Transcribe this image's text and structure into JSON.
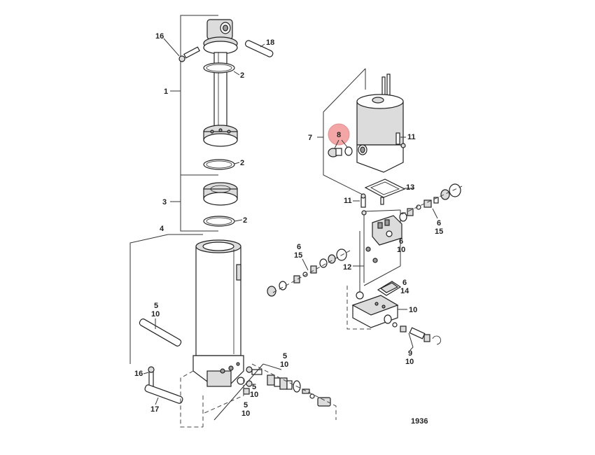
{
  "highlight_color": "#f4a6a6",
  "drawing_number": "1936",
  "callouts": {
    "c1": "1",
    "c2a": "2",
    "c2b": "2",
    "c2c": "2",
    "c3": "3",
    "c4": "4",
    "c5a": "5",
    "c10a": "10",
    "c5b": "5",
    "c10b": "10",
    "c5c": "5",
    "c10c": "10",
    "c5d": "5",
    "c10d": "10",
    "c16a": "16",
    "c16b": "16",
    "c17": "17",
    "c18": "18",
    "c7": "7",
    "c8": "8",
    "c11a": "11",
    "c11b": "11",
    "c13": "13",
    "c6a": "6",
    "c15a": "15",
    "c6b": "6",
    "c15b": "15",
    "c6c": "6",
    "c10e": "10",
    "c12": "12",
    "c6d": "6",
    "c14": "14",
    "c10f": "10",
    "c9": "9",
    "c10g": "10"
  }
}
